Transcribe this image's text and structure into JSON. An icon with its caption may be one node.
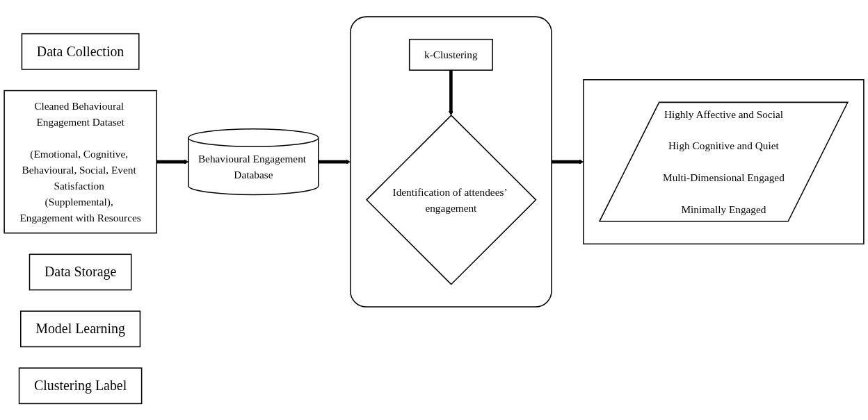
{
  "diagram": {
    "nodes": [
      {
        "text": [
          "Data Collection"
        ]
      },
      {
        "text": [
          "Cleaned Behavioural Engagement Dataset",
          "(Emotional, Cognitive, Behavioural, Social, Event Satisfaction (Supplemental), Engagement with Resources"
        ]
      },
      {
        "text": [
          "Data Storage"
        ]
      },
      {
        "text": [
          "Behavioural Engagement Database"
        ]
      },
      {
        "text": [
          "Model Learning"
        ]
      },
      {
        "text": [],
        "shape": "box"
      },
      {
        "text": [
          "k-Clustering"
        ],
        "in": 5
      },
      {
        "text": [
          "Identification of attendees’ engagement"
        ],
        "in": 5
      },
      {
        "text": [
          "Clustering Label"
        ]
      },
      {
        "text": [],
        "shape": "box"
      },
      {
        "text": [
          "Highly Affective and Social",
          "High Cognitive and Quiet",
          "Multi-Dimensional Engaged",
          "Minimally Engaged"
        ],
        "in": 9
      }
    ],
    "edges": [
      {
        "from": 1,
        "to": 3,
        "arrow": "to"
      },
      {
        "from": 3,
        "to": 5,
        "arrow": "to"
      },
      {
        "from": 6,
        "to": 7,
        "arrow": "to"
      },
      {
        "from": 5,
        "to": 9,
        "arrow": "to"
      }
    ]
  }
}
